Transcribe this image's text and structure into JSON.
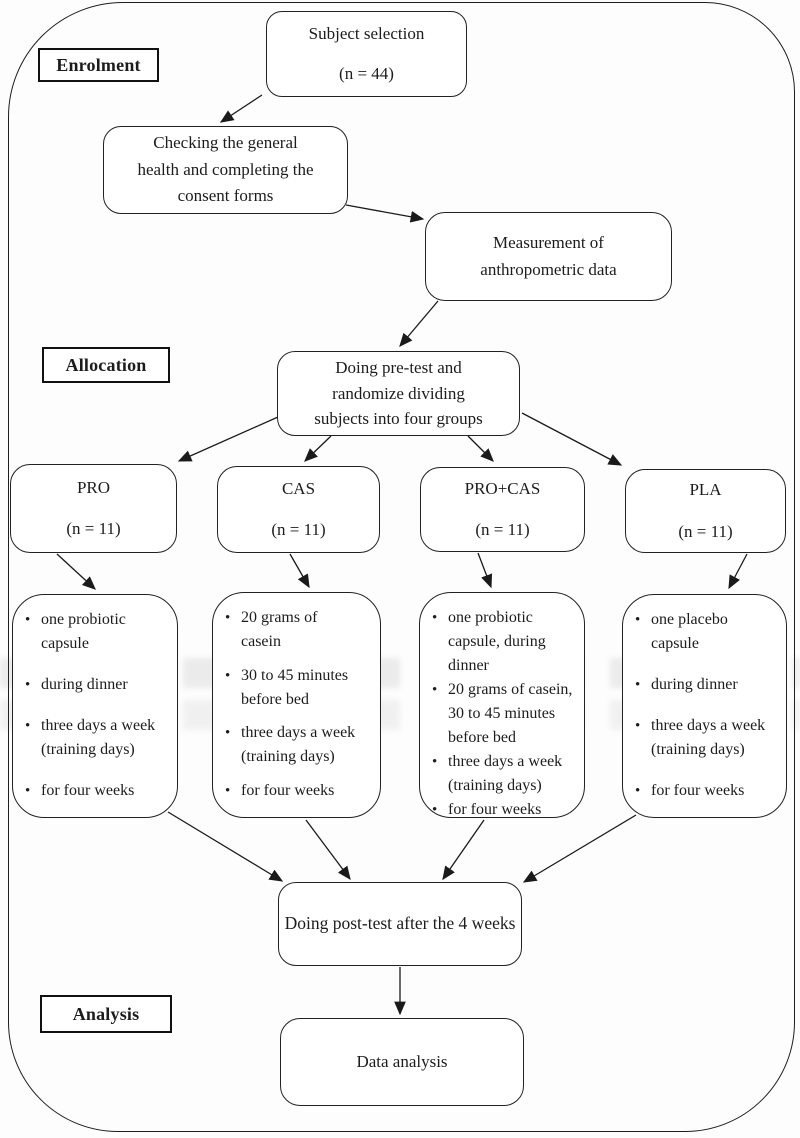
{
  "stage_labels": {
    "enrolment": "Enrolment",
    "allocation": "Allocation",
    "analysis": "Analysis"
  },
  "nodes": {
    "subject_selection": {
      "title": "Subject selection",
      "n": "(n = 44)"
    },
    "health_check": {
      "text": "Checking the general\nhealth and completing the\nconsent forms"
    },
    "measurement": {
      "text": "Measurement of\nanthropometric data"
    },
    "pretest": {
      "text": "Doing pre-test and\nrandomize dividing\nsubjects into four groups"
    },
    "posttest": {
      "text": "Doing post-test after the 4 weeks"
    },
    "data_analysis": {
      "text": "Data analysis"
    }
  },
  "groups": [
    {
      "name": "PRO",
      "n": "(n = 11)",
      "bullets": [
        "one probiotic\ncapsule",
        "during dinner",
        "three days a week\n(training days)",
        "for four weeks"
      ]
    },
    {
      "name": "CAS",
      "n": "(n = 11)",
      "bullets": [
        "20 grams of\ncasein",
        "30 to 45 minutes\nbefore bed",
        "three days a week\n(training days)",
        "for four weeks"
      ]
    },
    {
      "name": "PRO+CAS",
      "n": "(n = 11)",
      "bullets": [
        "one probiotic\ncapsule, during\ndinner",
        "20 grams of casein,\n30 to 45 minutes\nbefore bed",
        "three days a week\n(training days)",
        "for four weeks"
      ]
    },
    {
      "name": "PLA",
      "n": "(n = 11)",
      "bullets": [
        "one placebo\ncapsule",
        "during dinner",
        "three days a week\n(training days)",
        "for four weeks"
      ]
    }
  ],
  "colors": {
    "ink": "#1c1c1c",
    "box_fill": "#ffffff",
    "page_bg": "#fdfdfd"
  },
  "bullet_glyph": "•"
}
